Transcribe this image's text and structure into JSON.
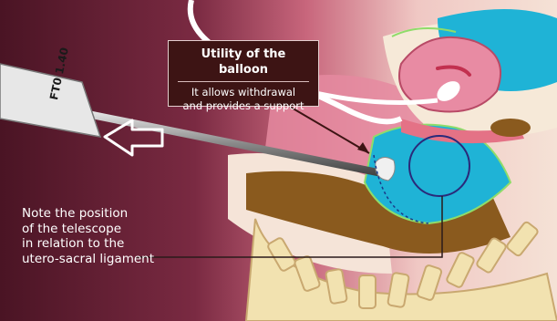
{
  "callout": {
    "title": "Utility of the balloon",
    "body": "It allows withdrawal\nand provides a support"
  },
  "note": {
    "text": "Note the position\nof the telescope\nin relation to the\nutero-sacral ligament"
  },
  "instrument": {
    "label": "FT0 1.40"
  },
  "colors": {
    "background_dark": "#5a1a2c",
    "background_light": "#f3ddd2",
    "vagina_blue": "#1fb3d6",
    "uterus_pink": "#e88ba3",
    "spine_cream": "#f2e2b0",
    "rectum_brown": "#8a5a1e",
    "callout_bg": "#3d1414"
  },
  "icons": [
    "arrow-left-outline-icon",
    "telescope-instrument-icon",
    "balloon-icon"
  ]
}
